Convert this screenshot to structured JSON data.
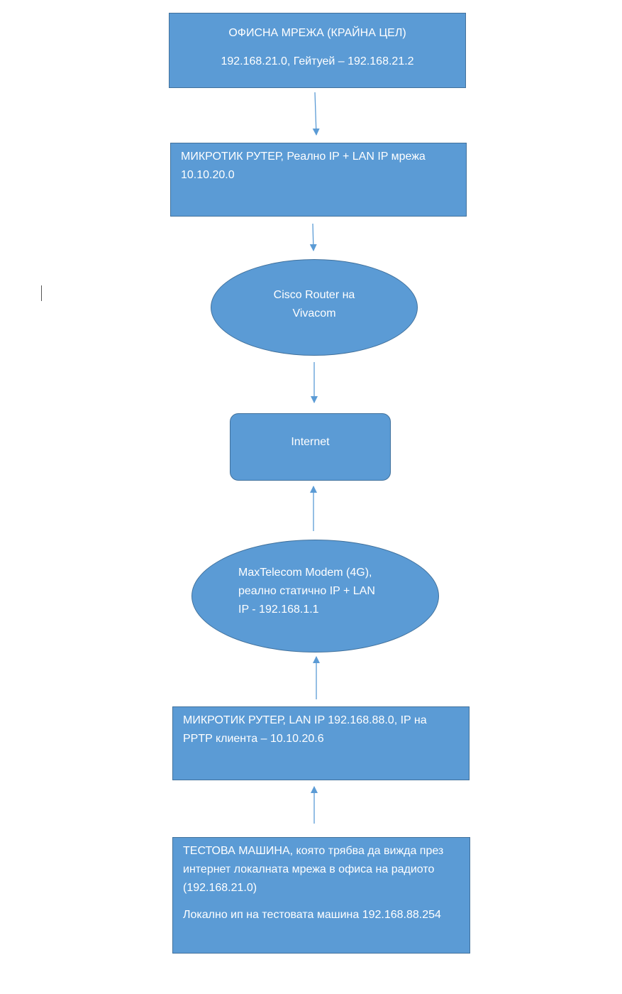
{
  "colors": {
    "node_fill": "#5b9bd5",
    "node_border": "#41719c",
    "arrow": "#5b9bd5",
    "text": "#ffffff",
    "background": "#ffffff"
  },
  "nodes": {
    "office_network": {
      "title": "ОФИСНА МРЕЖА (КРАЙНА ЦЕЛ)",
      "subtitle": "192.168.21.0, Гейтуей – 192.168.21.2"
    },
    "mikrotik_office": {
      "text": "МИКРОТИК РУТЕР, Реално IP + LAN IP мрежа 10.10.20.0"
    },
    "cisco_router": {
      "line1": "Cisco Router на",
      "line2": "Vivacom"
    },
    "internet": {
      "text": "Internet"
    },
    "maxtelecom_modem": {
      "line1": "MaxTelecom Modem (4G),",
      "line2": "реално статично IP + LAN",
      "line3": "IP - 192.168.1.1"
    },
    "mikrotik_client": {
      "text": "МИКРОТИК РУТЕР, LAN IP 192.168.88.0, IP на PPTP клиента – 10.10.20.6"
    },
    "test_machine": {
      "paragraph1": "ТЕСТОВА МАШИНА, която трябва да вижда през интернет локалната мрежа в офиса на радиото (192.168.21.0)",
      "paragraph2": "Локално ип на тестовата машина 192.168.88.254"
    }
  }
}
